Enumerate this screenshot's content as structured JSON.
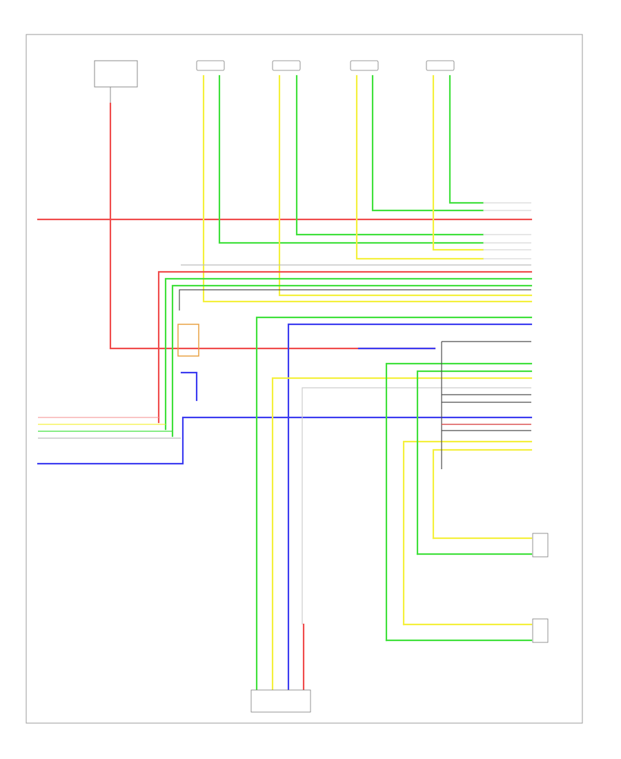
{
  "diagram": {
    "footer_code": "",
    "colors": {
      "red": "#f04a4a",
      "yellow": "#f4f03a",
      "green": "#3ee03a",
      "blue": "#3a3af0",
      "black": "#4a4a4a",
      "white": "#d8d8d8",
      "pink": "#f5a0a0",
      "frame": "#9a9a9a"
    },
    "components": [
      {
        "id": "power-module",
        "label": ""
      },
      {
        "id": "left-speaker-1",
        "label": ""
      },
      {
        "id": "right-speaker-1",
        "label": ""
      },
      {
        "id": "right-speaker-2",
        "label": ""
      },
      {
        "id": "left-speaker-2",
        "label": ""
      },
      {
        "id": "audio-unit",
        "label": ""
      },
      {
        "id": "left-rear-speaker",
        "label": ""
      },
      {
        "id": "right-rear-speaker",
        "label": ""
      },
      {
        "id": "audio-system-connector",
        "label": ""
      }
    ]
  }
}
